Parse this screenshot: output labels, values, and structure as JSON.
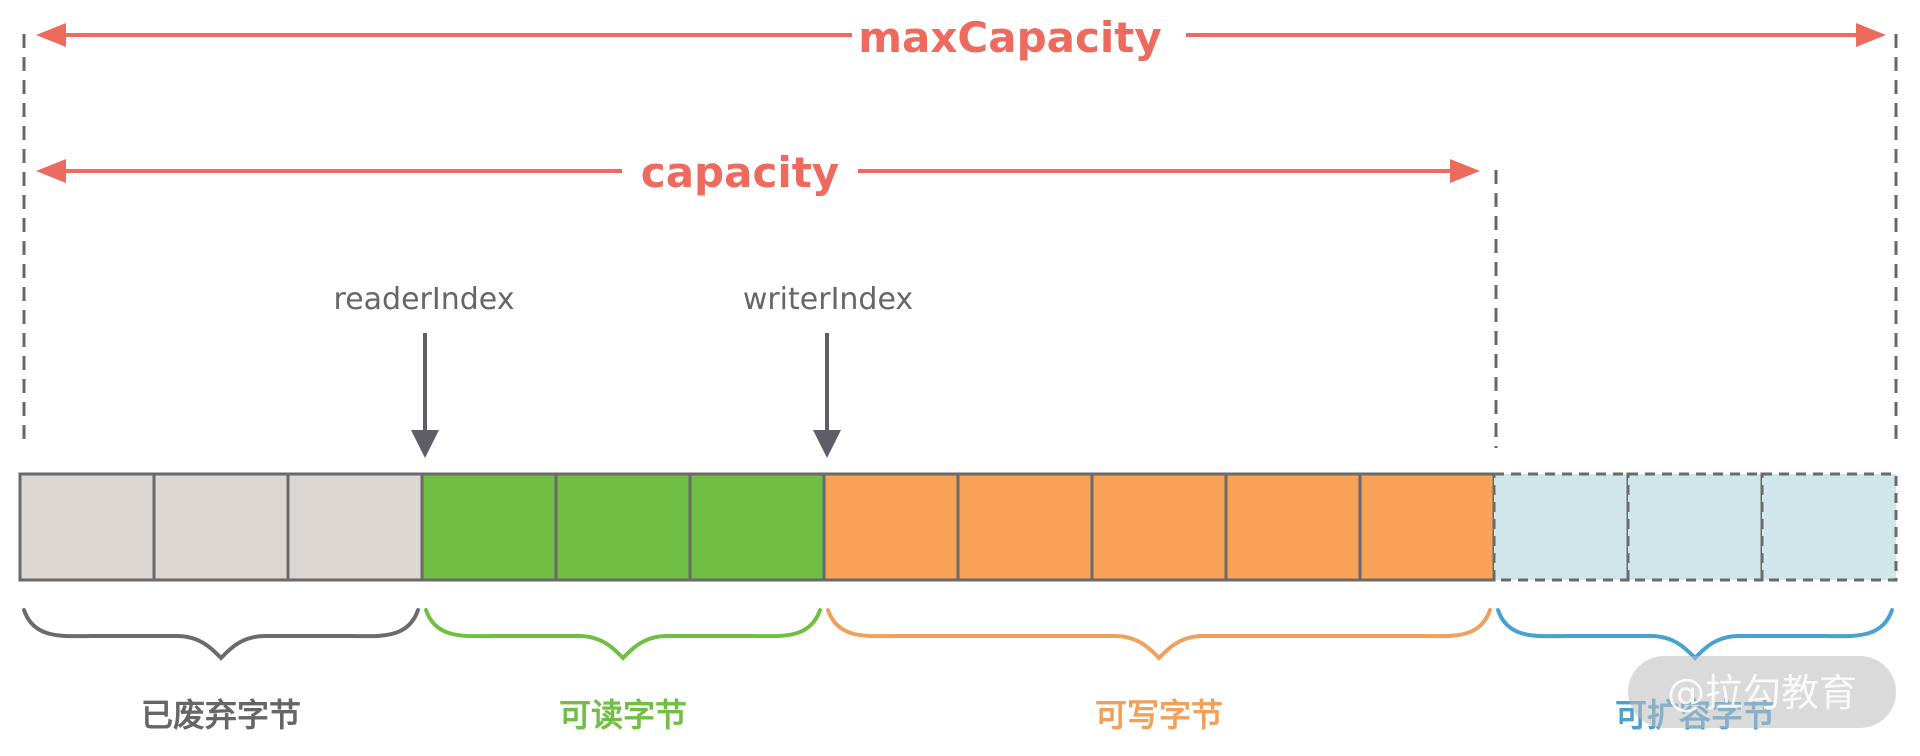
{
  "labels": {
    "max_capacity": "maxCapacity",
    "capacity": "capacity",
    "reader_index": "readerIndex",
    "writer_index": "writerIndex"
  },
  "segments": [
    {
      "key": "discarded",
      "label": "已废弃字节",
      "cells": 3,
      "fill": "#ddd7d3",
      "accent": "#6b6b6b",
      "dashed": false
    },
    {
      "key": "readable",
      "label": "可读字节",
      "cells": 3,
      "fill": "#70bf44",
      "accent": "#70bf44",
      "dashed": false
    },
    {
      "key": "writable",
      "label": "可写字节",
      "cells": 5,
      "fill": "#f7a257",
      "accent": "#f0a05a",
      "dashed": false
    },
    {
      "key": "expandable",
      "label": "可扩容字节",
      "cells": 3,
      "fill": "#cfe7ea",
      "accent": "#4aa0cf",
      "dashed": true
    }
  ],
  "watermark": "@拉勾教育",
  "colors": {
    "capacity_red": "#ec6b5e",
    "index_arrow": "#5f5e68",
    "cell_border": "#6a6a6a",
    "dashed_guide": "#666666"
  }
}
